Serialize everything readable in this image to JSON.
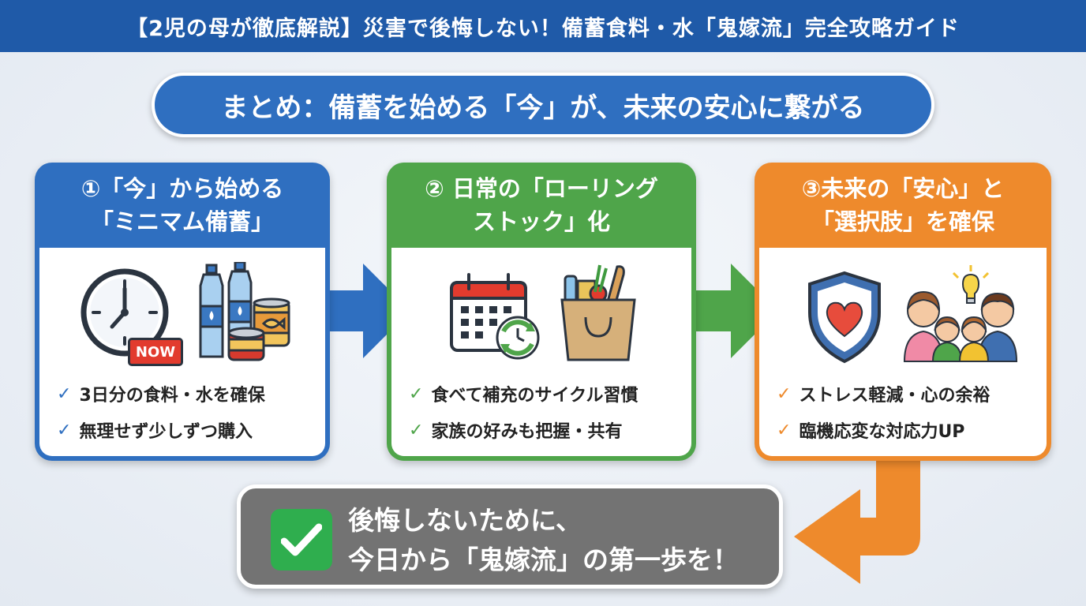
{
  "banner": {
    "title": "【2児の母が徹底解説】災害で後悔しない！備蓄食料・水「鬼嫁流」完全攻略ガイド"
  },
  "summary": {
    "text": "まとめ：備蓄を始める「今」が、未来の安心に繋がる"
  },
  "colors": {
    "blue": "#2f6fc0",
    "green": "#4fa54a",
    "orange": "#ee8a2c",
    "gray": "#737373"
  },
  "steps": [
    {
      "title_line1": "①「今」から始める",
      "title_line2": "「ミニマム備蓄」",
      "icons": [
        "clock-icon",
        "now-badge-icon",
        "water-bottles-icon",
        "canned-food-icon"
      ],
      "now_label": "NOW",
      "points": [
        "3日分の食料・水を確保",
        "無理せず少しずつ購入"
      ]
    },
    {
      "title_line1": "② 日常の「ローリング",
      "title_line2": "ストック」化",
      "icons": [
        "calendar-refresh-icon",
        "grocery-bag-icon"
      ],
      "points": [
        "食べて補充のサイクル習慣",
        "家族の好みも把握・共有"
      ]
    },
    {
      "title_line1": "③未来の「安心」と",
      "title_line2": "「選択肢」を確保",
      "icons": [
        "heart-shield-icon",
        "family-lightbulb-icon"
      ],
      "points": [
        "ストレス軽減・心の余裕",
        "臨機応変な対応力UP"
      ]
    }
  ],
  "cta": {
    "line1": "後悔しないために、",
    "line2": "今日から「鬼嫁流」の第一歩を！"
  }
}
